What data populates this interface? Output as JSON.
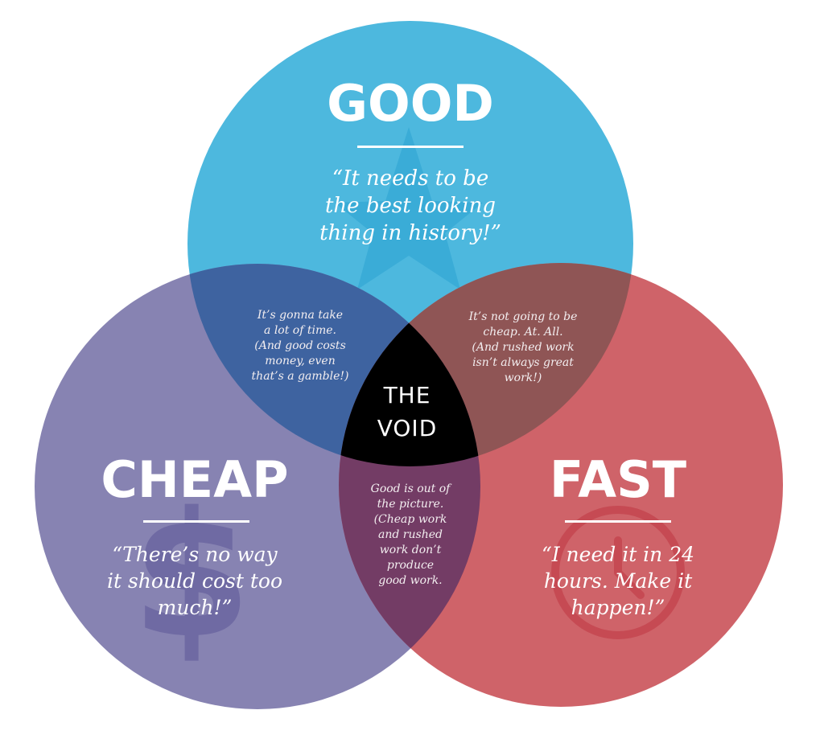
{
  "circles": {
    "good": {
      "title": "GOOD",
      "quote_lines": [
        "“It needs to be",
        "the best looking",
        "thing in history!”"
      ],
      "color": "#4db8de",
      "icon": "star-icon"
    },
    "cheap": {
      "title": "CHEAP",
      "quote_lines": [
        "“There’s no way",
        "it should cost too",
        "much!”"
      ],
      "color": "#8783b2",
      "icon": "dollar-icon"
    },
    "fast": {
      "title": "FAST",
      "quote_lines": [
        "“I need it in 24",
        "hours. Make it",
        "happen!”"
      ],
      "color": "#cf6369",
      "icon": "clock-icon"
    }
  },
  "overlaps": {
    "good_cheap": {
      "color": "#3e63a0",
      "lines": [
        "It’s gonna take",
        "a lot of time.",
        "(And good costs",
        "money, even",
        "that’s a gamble!)"
      ]
    },
    "good_fast": {
      "color": "#8f5555",
      "lines": [
        "It’s not going to be",
        "cheap. At. All.",
        "(And rushed work",
        "isn’t always great",
        "work!)"
      ]
    },
    "cheap_fast": {
      "color": "#733c65",
      "lines": [
        "Good is out of",
        "the picture.",
        "(Cheap work",
        "and rushed",
        "work don’t",
        "produce",
        "good work."
      ]
    },
    "center": {
      "color": "#000000",
      "lines": [
        "THE",
        "VOID"
      ]
    }
  }
}
